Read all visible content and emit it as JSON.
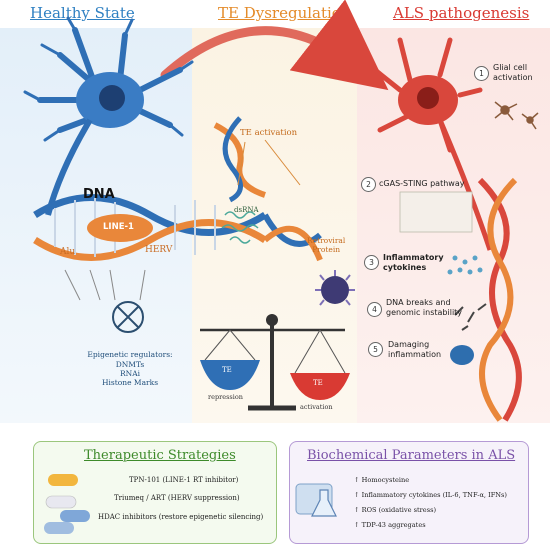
{
  "headers": {
    "healthy": "Healthy State",
    "dysregulation": "TE Dysregulation",
    "als": "ALS pathogenesis"
  },
  "left": {
    "dna": "DNA",
    "line1": "LINE-1",
    "alu": "Alu",
    "herv": "HERV",
    "epi_title": "Epigenetic regulators:",
    "epi_items": [
      "DNMTs",
      "RNAi",
      "Histone Marks"
    ]
  },
  "middle": {
    "te_activation": "TE activation",
    "dsrna": "dsRNA",
    "retroviral": [
      "Retroviral",
      "Protein"
    ],
    "scale_left_label": "TE",
    "scale_left_caption": "repression",
    "scale_right_label": "TE",
    "scale_right_caption": "activation"
  },
  "steps": [
    {
      "num": "1",
      "lines": [
        "Glial cell",
        "activation"
      ]
    },
    {
      "num": "2",
      "lines": [
        "cGAS-STING pathway"
      ]
    },
    {
      "num": "3",
      "lines": [
        "Inflammatory",
        "cytokines"
      ]
    },
    {
      "num": "4",
      "lines": [
        "DNA breaks and",
        "genomic instability"
      ]
    },
    {
      "num": "5",
      "lines": [
        "Damaging",
        "inflammation"
      ]
    }
  ],
  "therapeutic": {
    "title": "Therapeutic Strategies",
    "items": [
      "TPN-101 (LINE-1 RT inhibitor)",
      "Triumeq / ART (HERV suppression)",
      "HDAC inhibitors (restore epigenetic silencing)"
    ]
  },
  "biochemical": {
    "title": "Biochemical Parameters in ALS",
    "items": [
      "↑ Homocysteine",
      "↑ Inflammatory cytokines (IL-6, TNF-α, IFNs)",
      "↑ ROS (oxidative stress)",
      "↑ TDP-43 aggregates"
    ]
  },
  "colors": {
    "healthy": "#2f80c2",
    "dysregulation": "#e48b2a",
    "als": "#d93a33",
    "therapeutic_title": "#3d8a2a",
    "biochemical_title": "#7a52a8"
  }
}
